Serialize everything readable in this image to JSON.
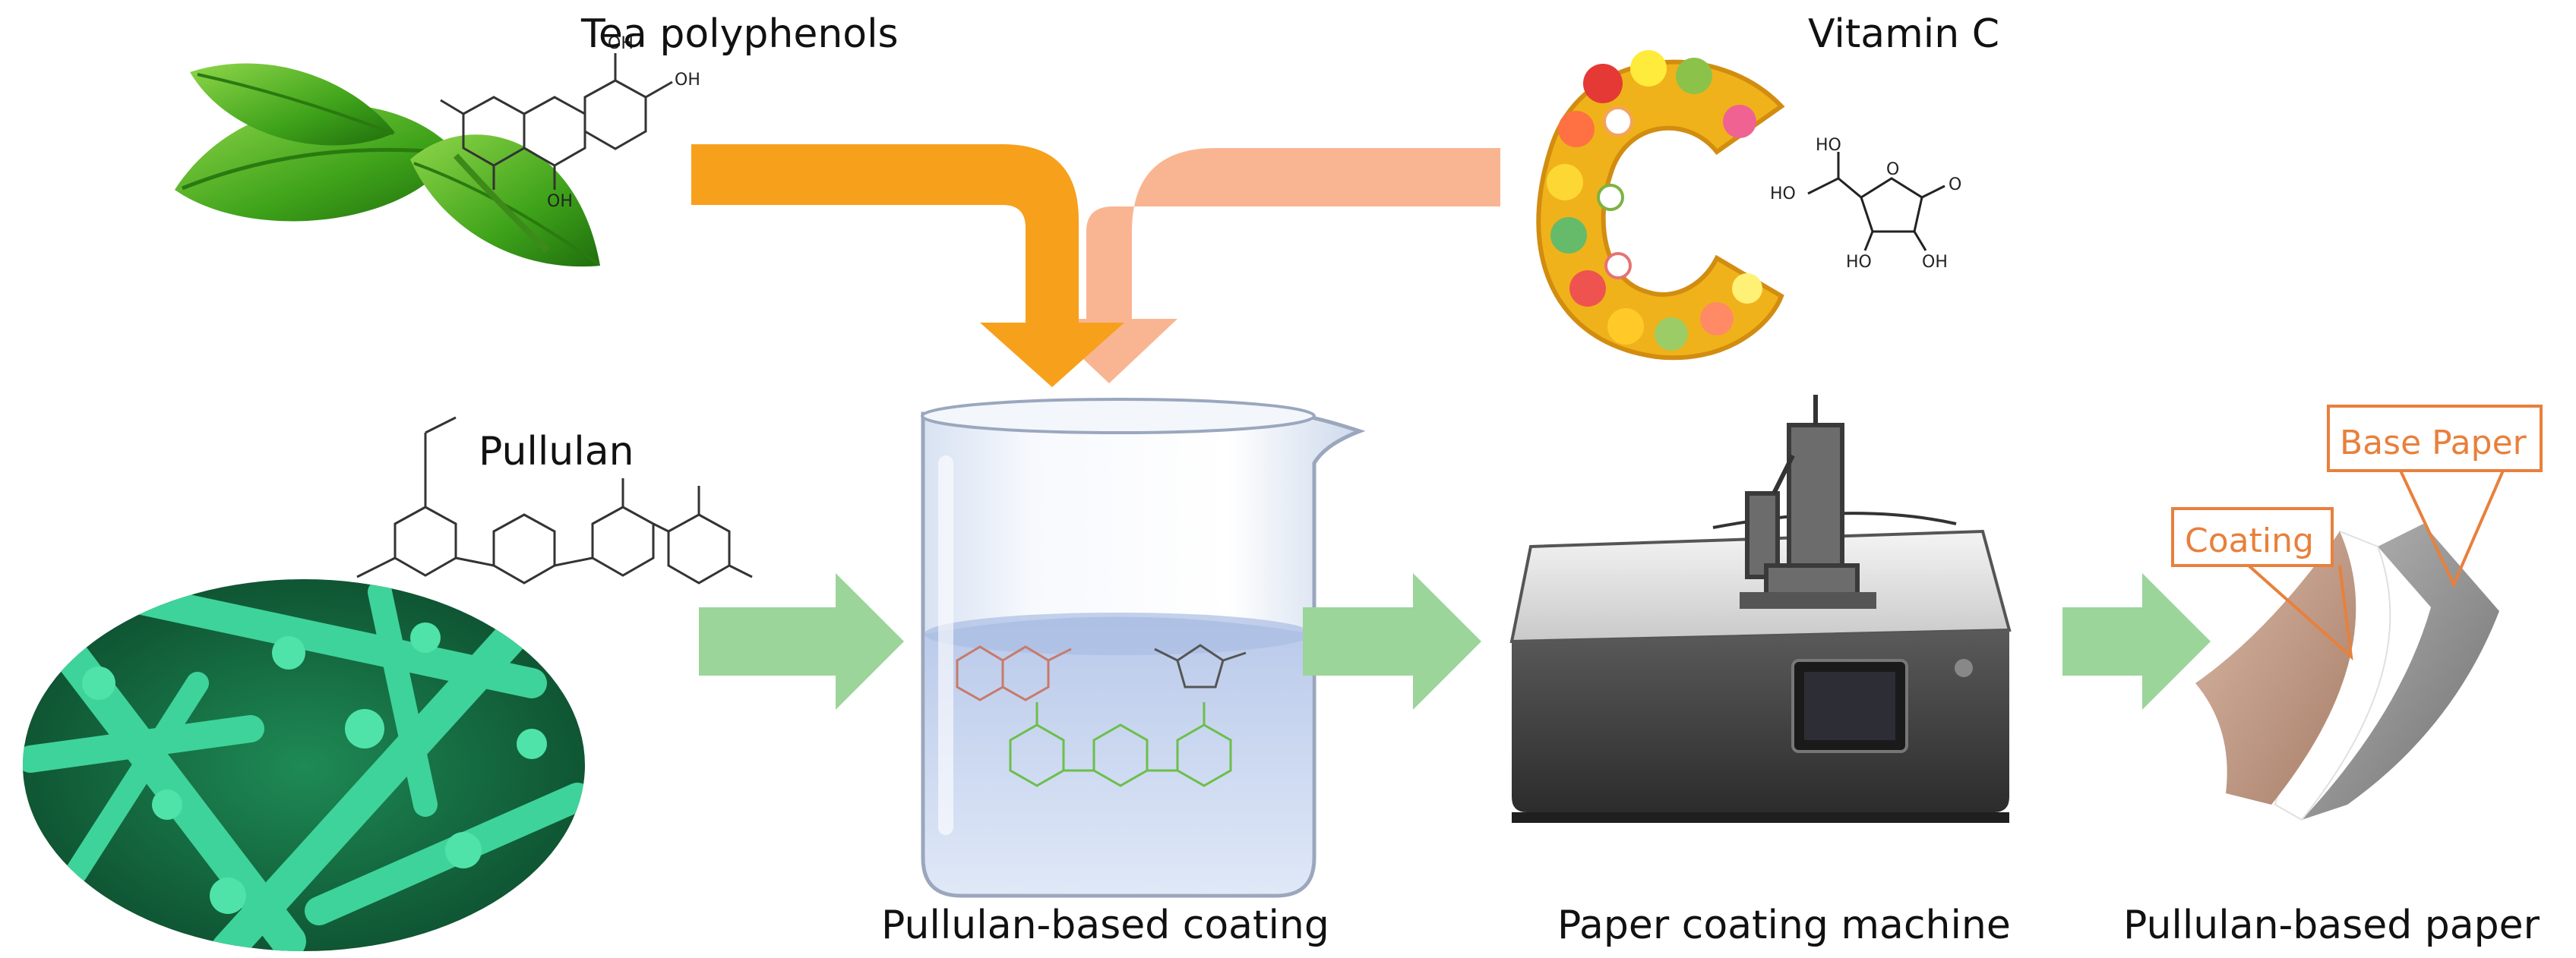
{
  "labels": {
    "tea": "Tea polyphenols",
    "vitc": "Vitamin C",
    "pullulan": "Pullulan",
    "coating": "Pullulan-based coating",
    "machine": "Paper coating machine",
    "paper": "Pullulan-based paper",
    "callout_coating": "Coating",
    "callout_base": "Base Paper"
  },
  "chem_labels": {
    "oh": "OH",
    "ho": "HO",
    "o": "O"
  },
  "colors": {
    "tea_arrow": "#F7A01C",
    "vitc_arrow": "#F9B591",
    "flow_arrow": "#9BD59A",
    "callout": "#E8803C",
    "leaf": "#4FAF1E",
    "microbe": "#2FAF7A",
    "liquid": "#C9D8F2",
    "coating_layer": "#C9A08C",
    "base_layer": "#8A8A8A"
  },
  "icons": {
    "tea": "tea-leaves-icon",
    "vitc": "vitamin-c-fruit-icon",
    "microbe": "microbe-micrograph-icon",
    "beaker": "beaker-icon",
    "machine": "coating-machine-icon",
    "paper": "layered-paper-icon"
  }
}
